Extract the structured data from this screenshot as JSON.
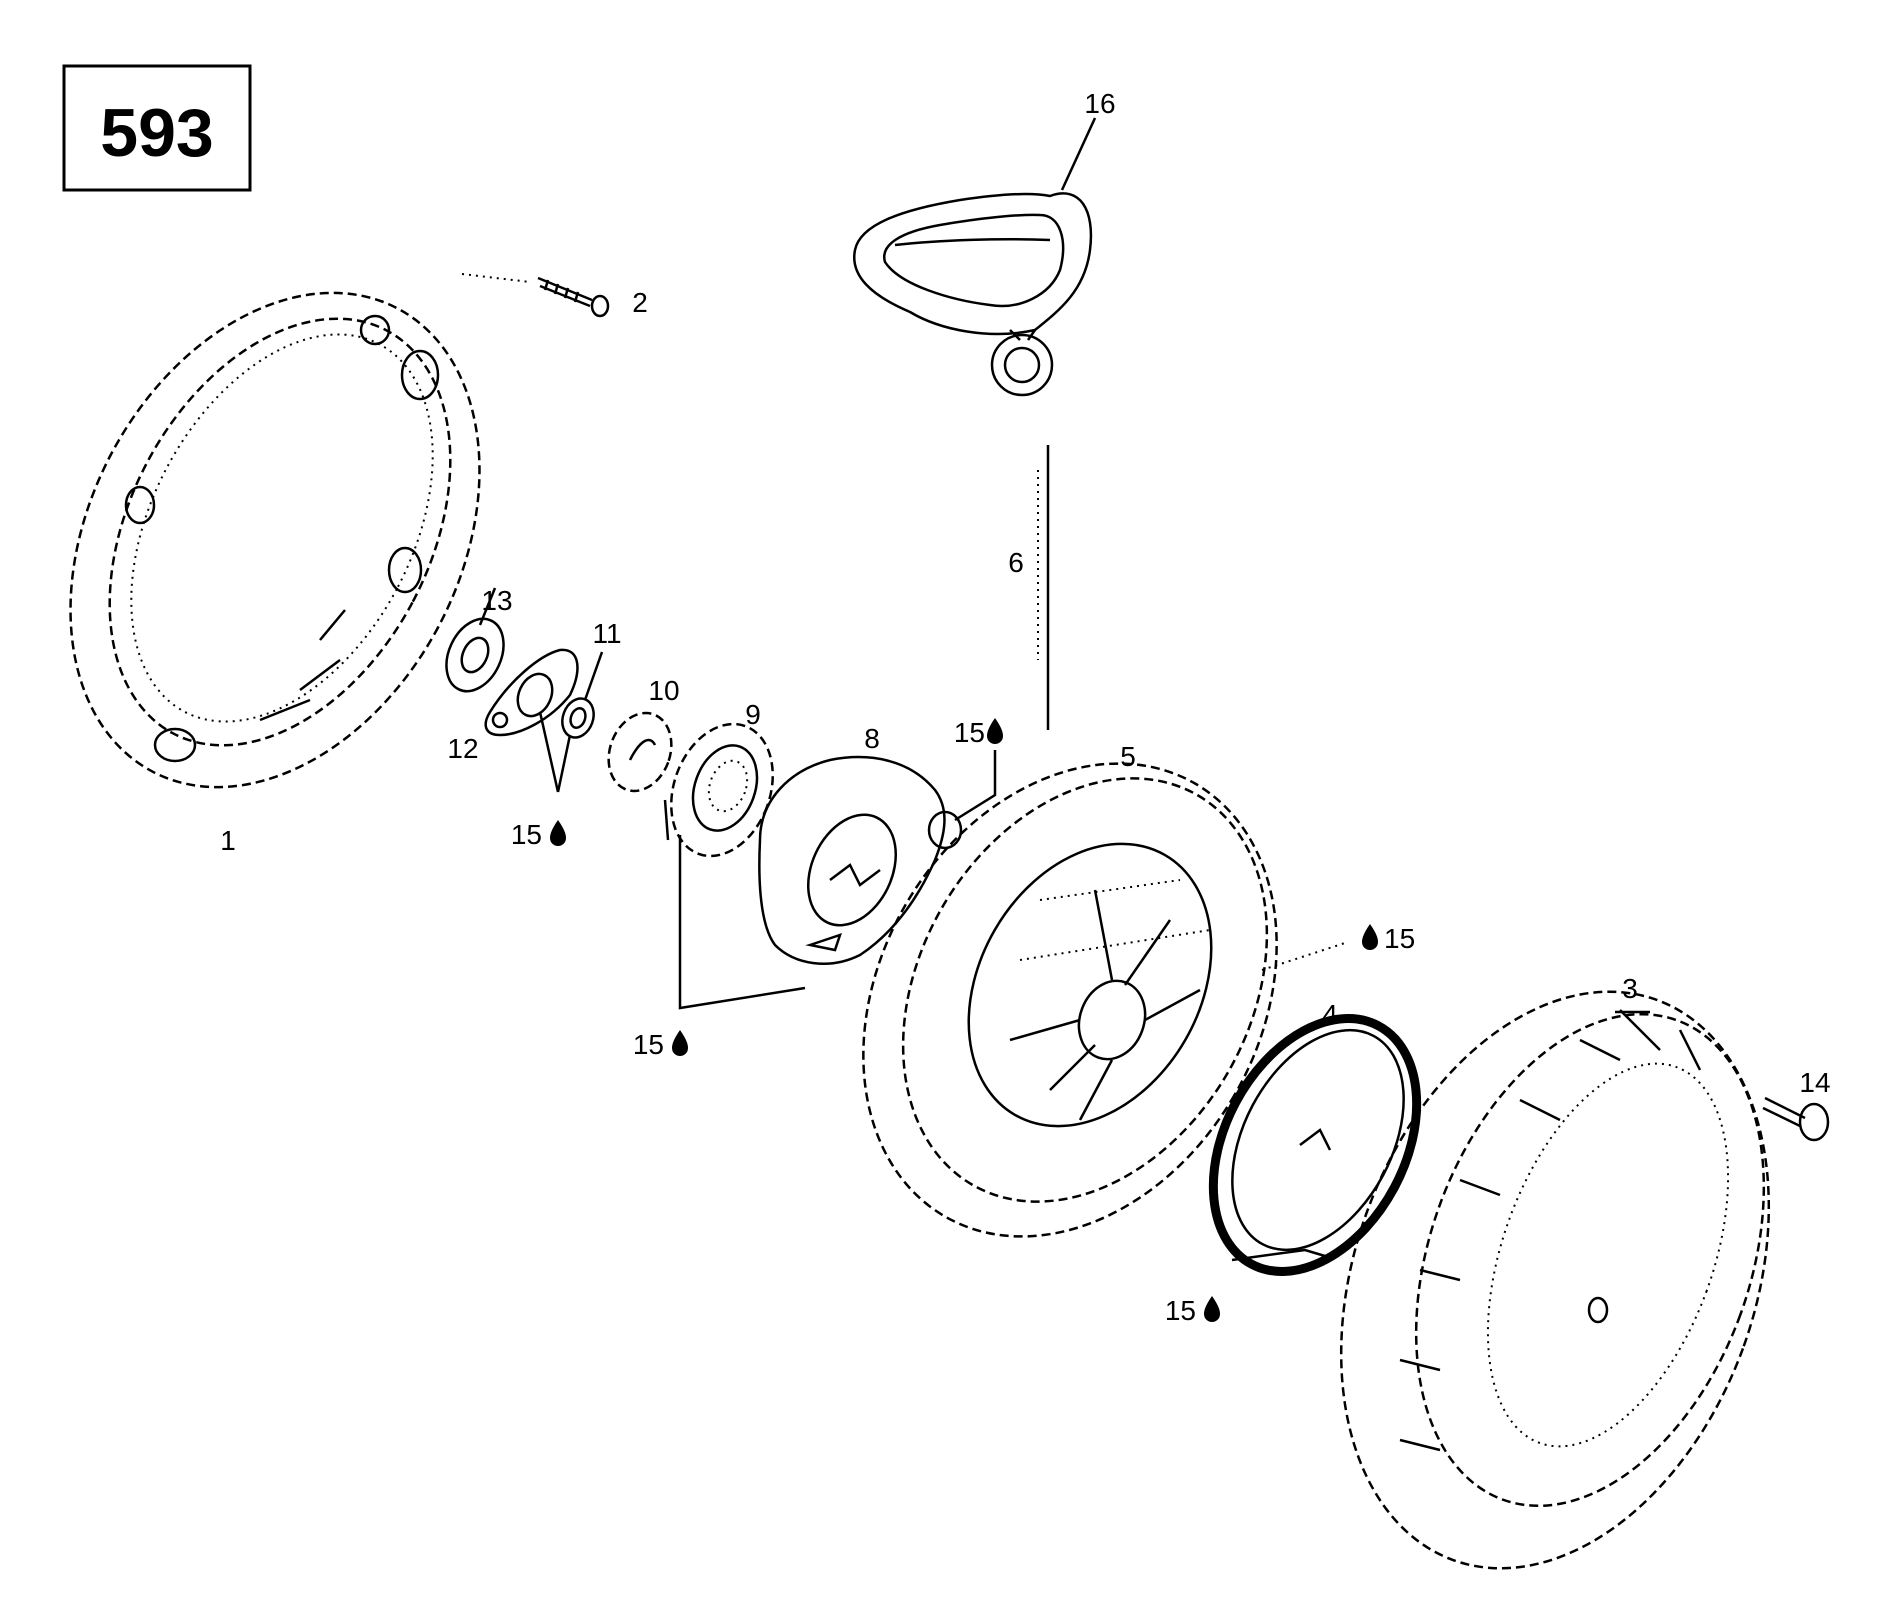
{
  "diagram": {
    "reference_number": "593",
    "part_labels": {
      "p1": "1",
      "p2": "2",
      "p3": "3",
      "p4": "4",
      "p5": "5",
      "p6": "6",
      "p8": "8",
      "p9": "9",
      "p10": "10",
      "p11": "11",
      "p12": "12",
      "p13": "13",
      "p14": "14",
      "p16": "16",
      "grease_a": "15",
      "grease_b": "15",
      "grease_c": "15",
      "grease_d": "15",
      "grease_e": "15"
    },
    "icons": [
      "grease-drop-icon"
    ]
  }
}
